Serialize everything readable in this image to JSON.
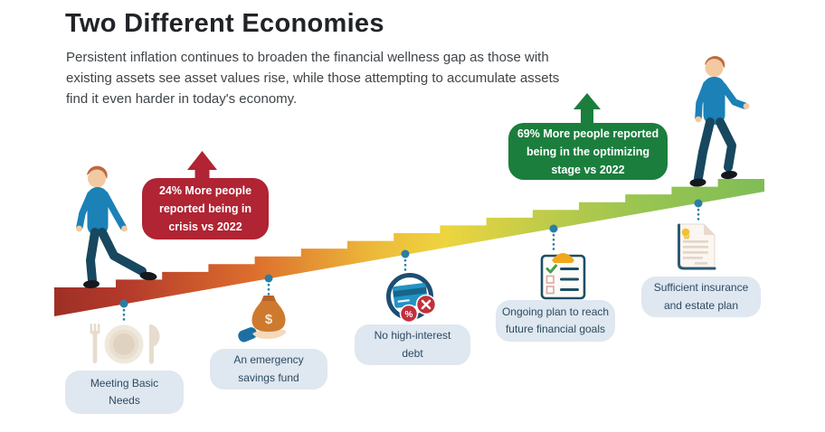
{
  "header": {
    "title": "Two Different Economies",
    "subtitle_lines": [
      "Persistent inflation continues to broaden the financial wellness gap as those with",
      "existing assets see asset values rise, while those attempting to accumulate assets",
      "find it even harder in today's economy."
    ]
  },
  "callouts": {
    "crisis": {
      "value": "24%",
      "text": "24% More people\nreported being in\ncrisis vs 2022",
      "color": "#b02433",
      "arrow_direction": "up"
    },
    "optimizing": {
      "value": "69%",
      "text": "69% More people reported\nbeing in the optimizing\nstage vs 2022",
      "color": "#1b7e3d",
      "arrow_direction": "up"
    }
  },
  "milestones": [
    {
      "label": "Meeting Basic\nNeeds",
      "icon": "meal-plate-icon"
    },
    {
      "label": "An emergency\nsavings fund",
      "icon": "savings-bag-hand-icon"
    },
    {
      "label": "No high-interest\ndebt",
      "icon": "credit-card-blocked-icon"
    },
    {
      "label": "Ongoing plan to reach\nfuture financial goals",
      "icon": "checklist-clipboard-icon"
    },
    {
      "label": "Sufficient insurance\nand estate plan",
      "icon": "insurance-document-icon"
    }
  ],
  "colors": {
    "stair_gradient": [
      "#9e2f26",
      "#b43a2b",
      "#dd6e2d",
      "#edb93a",
      "#edd53f",
      "#c2cc49",
      "#9ac551",
      "#7fbd56"
    ],
    "pill_background": "#dfe7f0",
    "pill_text": "#2c4a61",
    "connector": "#2a7ea5",
    "crisis_red": "#b02433",
    "optimizing_green": "#1b7e3d",
    "title_text": "#212327",
    "body_text": "#3f4448"
  }
}
